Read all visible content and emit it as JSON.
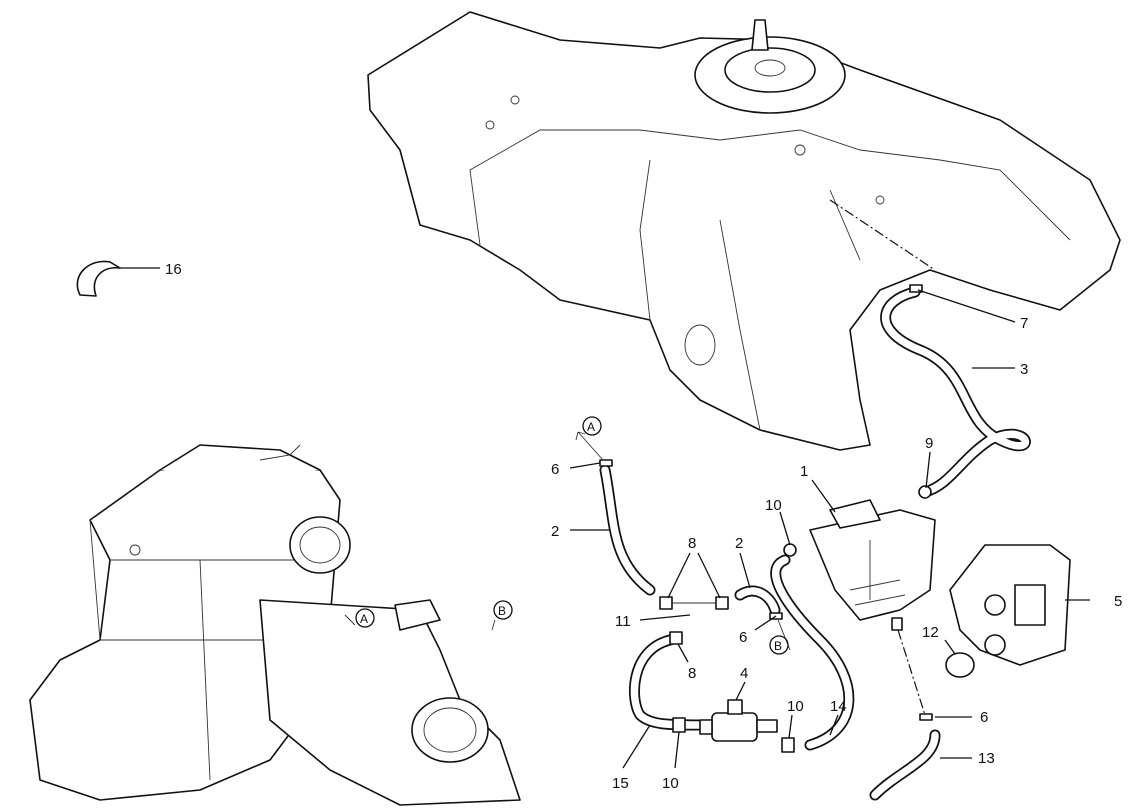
{
  "diagram": {
    "title": "Evaporative emission system exploded view",
    "callouts": [
      {
        "id": "c16",
        "text": "16"
      },
      {
        "id": "c7",
        "text": "7"
      },
      {
        "id": "c3",
        "text": "3"
      },
      {
        "id": "c9",
        "text": "9"
      },
      {
        "id": "c1",
        "text": "1"
      },
      {
        "id": "c10a",
        "text": "10"
      },
      {
        "id": "c6a",
        "text": "6"
      },
      {
        "id": "c2a",
        "text": "2"
      },
      {
        "id": "c8a",
        "text": "8"
      },
      {
        "id": "c2b",
        "text": "2"
      },
      {
        "id": "c11",
        "text": "11"
      },
      {
        "id": "c6b",
        "text": "6"
      },
      {
        "id": "c8b",
        "text": "8"
      },
      {
        "id": "c4",
        "text": "4"
      },
      {
        "id": "c10b",
        "text": "10"
      },
      {
        "id": "c14",
        "text": "14"
      },
      {
        "id": "c15",
        "text": "15"
      },
      {
        "id": "c10c",
        "text": "10"
      },
      {
        "id": "c5",
        "text": "5"
      },
      {
        "id": "c12",
        "text": "12"
      },
      {
        "id": "c6c",
        "text": "6"
      },
      {
        "id": "c13",
        "text": "13"
      }
    ],
    "refs": {
      "a": "A",
      "b": "B"
    }
  }
}
